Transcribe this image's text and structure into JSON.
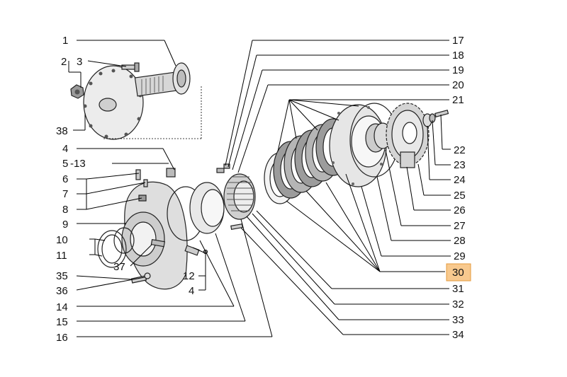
{
  "diagram": {
    "highlight_color": "#f8c98e",
    "highlight_border": "#e59a3c",
    "callouts": [
      {
        "id": "1",
        "label": "1"
      },
      {
        "id": "2",
        "label": "2"
      },
      {
        "id": "3",
        "label": "3"
      },
      {
        "id": "38",
        "label": "38"
      },
      {
        "id": "4a",
        "label": "4"
      },
      {
        "id": "5",
        "label": "5"
      },
      {
        "id": "13",
        "label": "-13"
      },
      {
        "id": "6",
        "label": "6"
      },
      {
        "id": "7",
        "label": "7"
      },
      {
        "id": "8",
        "label": "8"
      },
      {
        "id": "9",
        "label": "9"
      },
      {
        "id": "10",
        "label": "10"
      },
      {
        "id": "11",
        "label": "11"
      },
      {
        "id": "37",
        "label": "37"
      },
      {
        "id": "35",
        "label": "35"
      },
      {
        "id": "36",
        "label": "36"
      },
      {
        "id": "12",
        "label": "12"
      },
      {
        "id": "4b",
        "label": "4"
      },
      {
        "id": "14",
        "label": "14"
      },
      {
        "id": "15",
        "label": "15"
      },
      {
        "id": "16",
        "label": "16"
      },
      {
        "id": "17",
        "label": "17"
      },
      {
        "id": "18",
        "label": "18"
      },
      {
        "id": "19",
        "label": "19"
      },
      {
        "id": "20",
        "label": "20"
      },
      {
        "id": "21",
        "label": "21"
      },
      {
        "id": "22",
        "label": "22"
      },
      {
        "id": "23",
        "label": "23"
      },
      {
        "id": "24",
        "label": "24"
      },
      {
        "id": "25",
        "label": "25"
      },
      {
        "id": "26",
        "label": "26"
      },
      {
        "id": "27",
        "label": "27"
      },
      {
        "id": "28",
        "label": "28"
      },
      {
        "id": "29",
        "label": "29"
      },
      {
        "id": "30",
        "label": "30",
        "highlighted": true
      },
      {
        "id": "31",
        "label": "31"
      },
      {
        "id": "32",
        "label": "32"
      },
      {
        "id": "33",
        "label": "33"
      },
      {
        "id": "34",
        "label": "34"
      }
    ]
  }
}
